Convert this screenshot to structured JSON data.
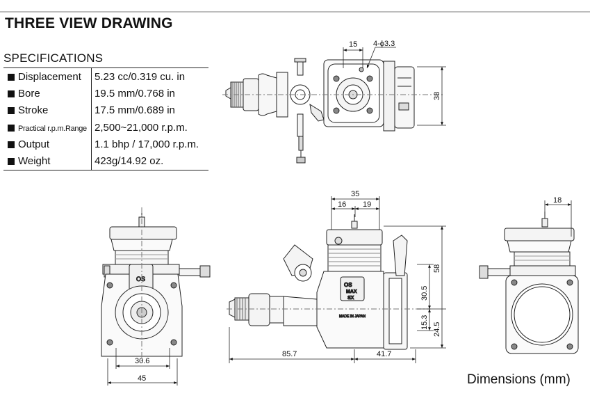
{
  "header": {
    "title": "THREE VIEW DRAWING"
  },
  "specs": {
    "title": "SPECIFICATIONS",
    "rows": [
      {
        "label": "Displacement",
        "value": "5.23 cc/0.319 cu. in"
      },
      {
        "label": "Bore",
        "value": "19.5 mm/0.768 in"
      },
      {
        "label": "Stroke",
        "value": "17.5 mm/0.689 in"
      },
      {
        "label": "Practical r.p.m.Range",
        "value": "2,500~21,000 r.p.m."
      },
      {
        "label": "Output",
        "value": "1.1 bhp / 17,000 r.p.m."
      },
      {
        "label": "Weight",
        "value": "423g/14.92 oz."
      }
    ]
  },
  "top_view": {
    "dim_15": "15",
    "dim_holes": "4-ϕ3.3",
    "dim_38": "38"
  },
  "front_view": {
    "dim_30_6": "30.6",
    "dim_45": "45"
  },
  "side_view": {
    "dim_35": "35",
    "dim_16": "16",
    "dim_19": "19",
    "dim_58": "58",
    "dim_30_5": "30.5",
    "dim_15_3": "15.3",
    "dim_24_5": "24.5",
    "dim_85_7": "85.7",
    "dim_41_7": "41.7",
    "brand": "OS",
    "model_top": "MAX",
    "model_bottom": "SX",
    "made_in": "MADE IN JAPAN"
  },
  "rear_view": {
    "dim_18": "18"
  },
  "footer": {
    "units": "Dimensions (mm)"
  }
}
